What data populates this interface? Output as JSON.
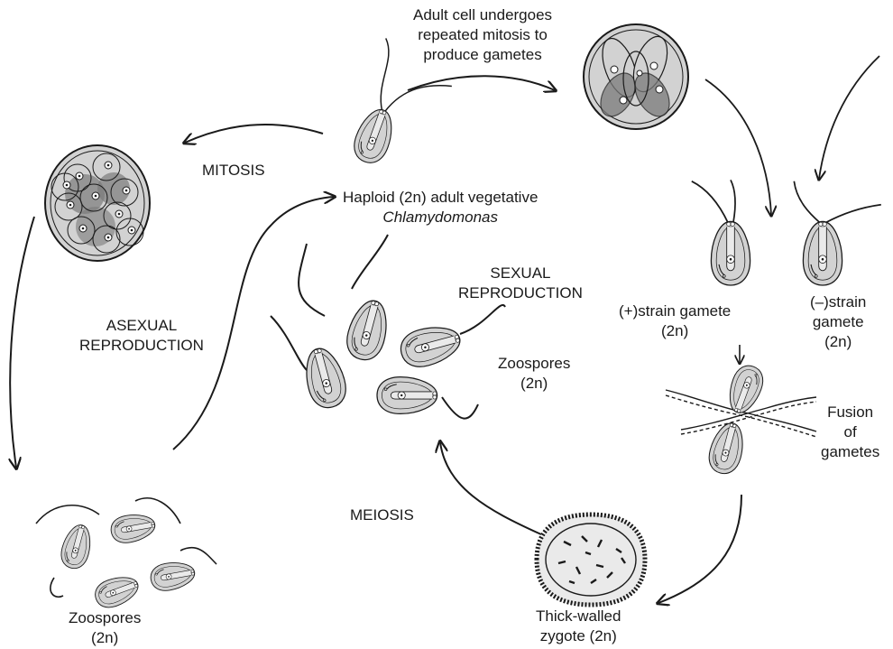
{
  "labels": {
    "adult_mitosis": [
      "Adult cell undergoes",
      "repeated mitosis to",
      "produce gametes"
    ],
    "mitosis": "MITOSIS",
    "haploid_adult": "Haploid (2n) adult vegetative",
    "chlamydomonas": "Chlamydomonas",
    "asexual": [
      "ASEXUAL",
      "REPRODUCTION"
    ],
    "sexual": [
      "SEXUAL",
      "REPRODUCTION"
    ],
    "zoospores_center": [
      "Zoospores",
      "(2n)"
    ],
    "zoospores_bottom": [
      "Zoospores",
      "(2n)"
    ],
    "plus_gamete": [
      "(+)strain gamete",
      "(2n)"
    ],
    "minus_gamete": [
      "(–)strain",
      "gamete",
      "(2n)"
    ],
    "fusion": [
      "Fusion",
      "of",
      "gametes"
    ],
    "meiosis": "MEIOSIS",
    "zygote": [
      "Thick-walled",
      "zygote (2n)"
    ]
  },
  "colors": {
    "cell_fill": "#d2d2d2",
    "dark_fill": "#7a7a7a",
    "stroke": "#1a1a1a"
  }
}
